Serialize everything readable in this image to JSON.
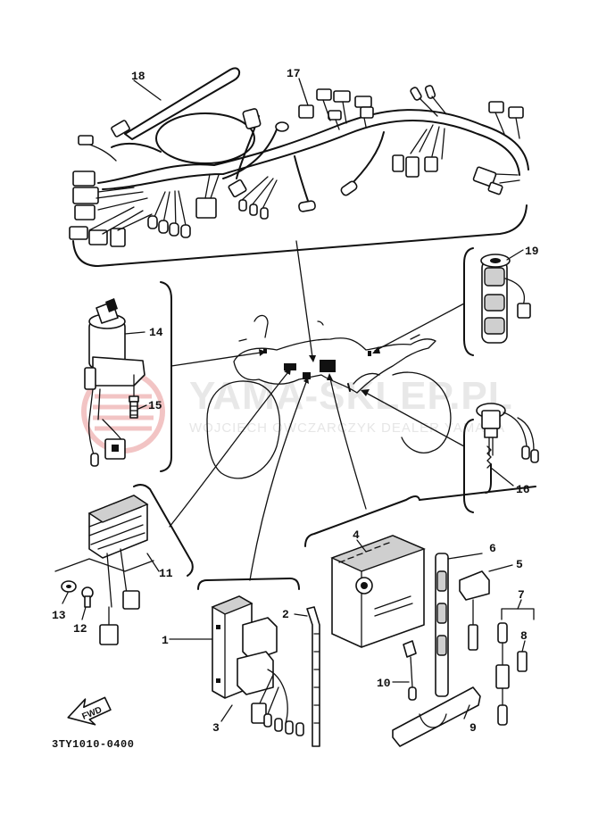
{
  "watermark": {
    "brand": "YAMA-SKLEP.PL",
    "dealer": "WOJCIECH OWCZARCZYK DEALER YAMAHA"
  },
  "diagram_code": "3TY1010-0400",
  "direction_label": "FWD",
  "callouts": [
    {
      "id": "18",
      "label": "18"
    },
    {
      "id": "17",
      "label": "17"
    },
    {
      "id": "19",
      "label": "19"
    },
    {
      "id": "14",
      "label": "14"
    },
    {
      "id": "15",
      "label": "15"
    },
    {
      "id": "16",
      "label": "16"
    },
    {
      "id": "11",
      "label": "11"
    },
    {
      "id": "13",
      "label": "13"
    },
    {
      "id": "12",
      "label": "12"
    },
    {
      "id": "4",
      "label": "4"
    },
    {
      "id": "6",
      "label": "6"
    },
    {
      "id": "5",
      "label": "5"
    },
    {
      "id": "7",
      "label": "7"
    },
    {
      "id": "8",
      "label": "8"
    },
    {
      "id": "2",
      "label": "2"
    },
    {
      "id": "1",
      "label": "1"
    },
    {
      "id": "3",
      "label": "3"
    },
    {
      "id": "10",
      "label": "10"
    },
    {
      "id": "9",
      "label": "9"
    }
  ]
}
